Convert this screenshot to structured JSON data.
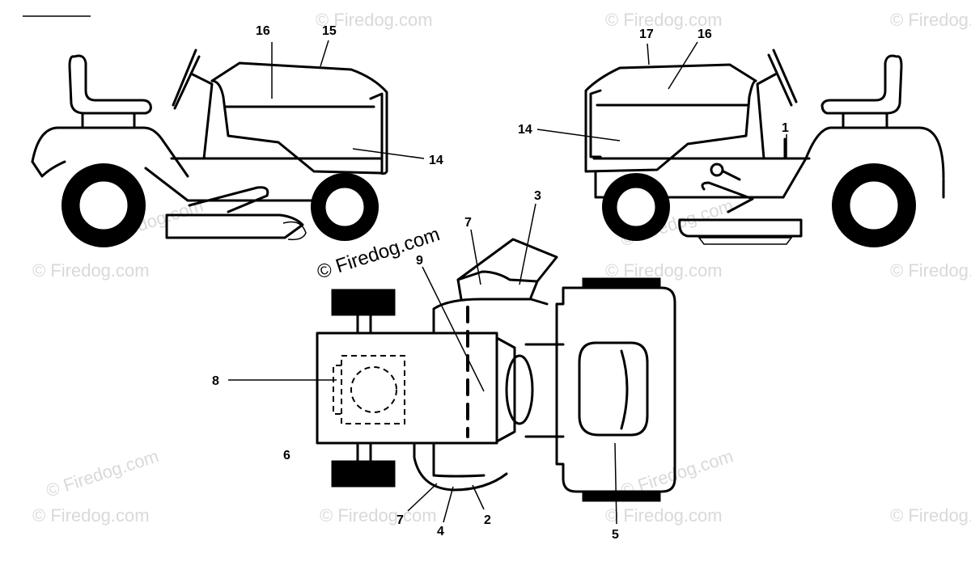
{
  "watermark": "© Firedog.com",
  "watermark_inline": "© Firedog.com",
  "callouts": {
    "c1": "1",
    "c2": "2",
    "c3": "3",
    "c4": "4",
    "c5": "5",
    "c6": "6",
    "c7a": "7",
    "c7b": "7",
    "c8": "8",
    "c9": "9",
    "c14a": "14",
    "c14b": "14",
    "c15": "15",
    "c16a": "16",
    "c16b": "16",
    "c17": "17"
  },
  "colors": {
    "line": "#000000",
    "watermark": "#d9d9d9",
    "background": "#ffffff"
  }
}
